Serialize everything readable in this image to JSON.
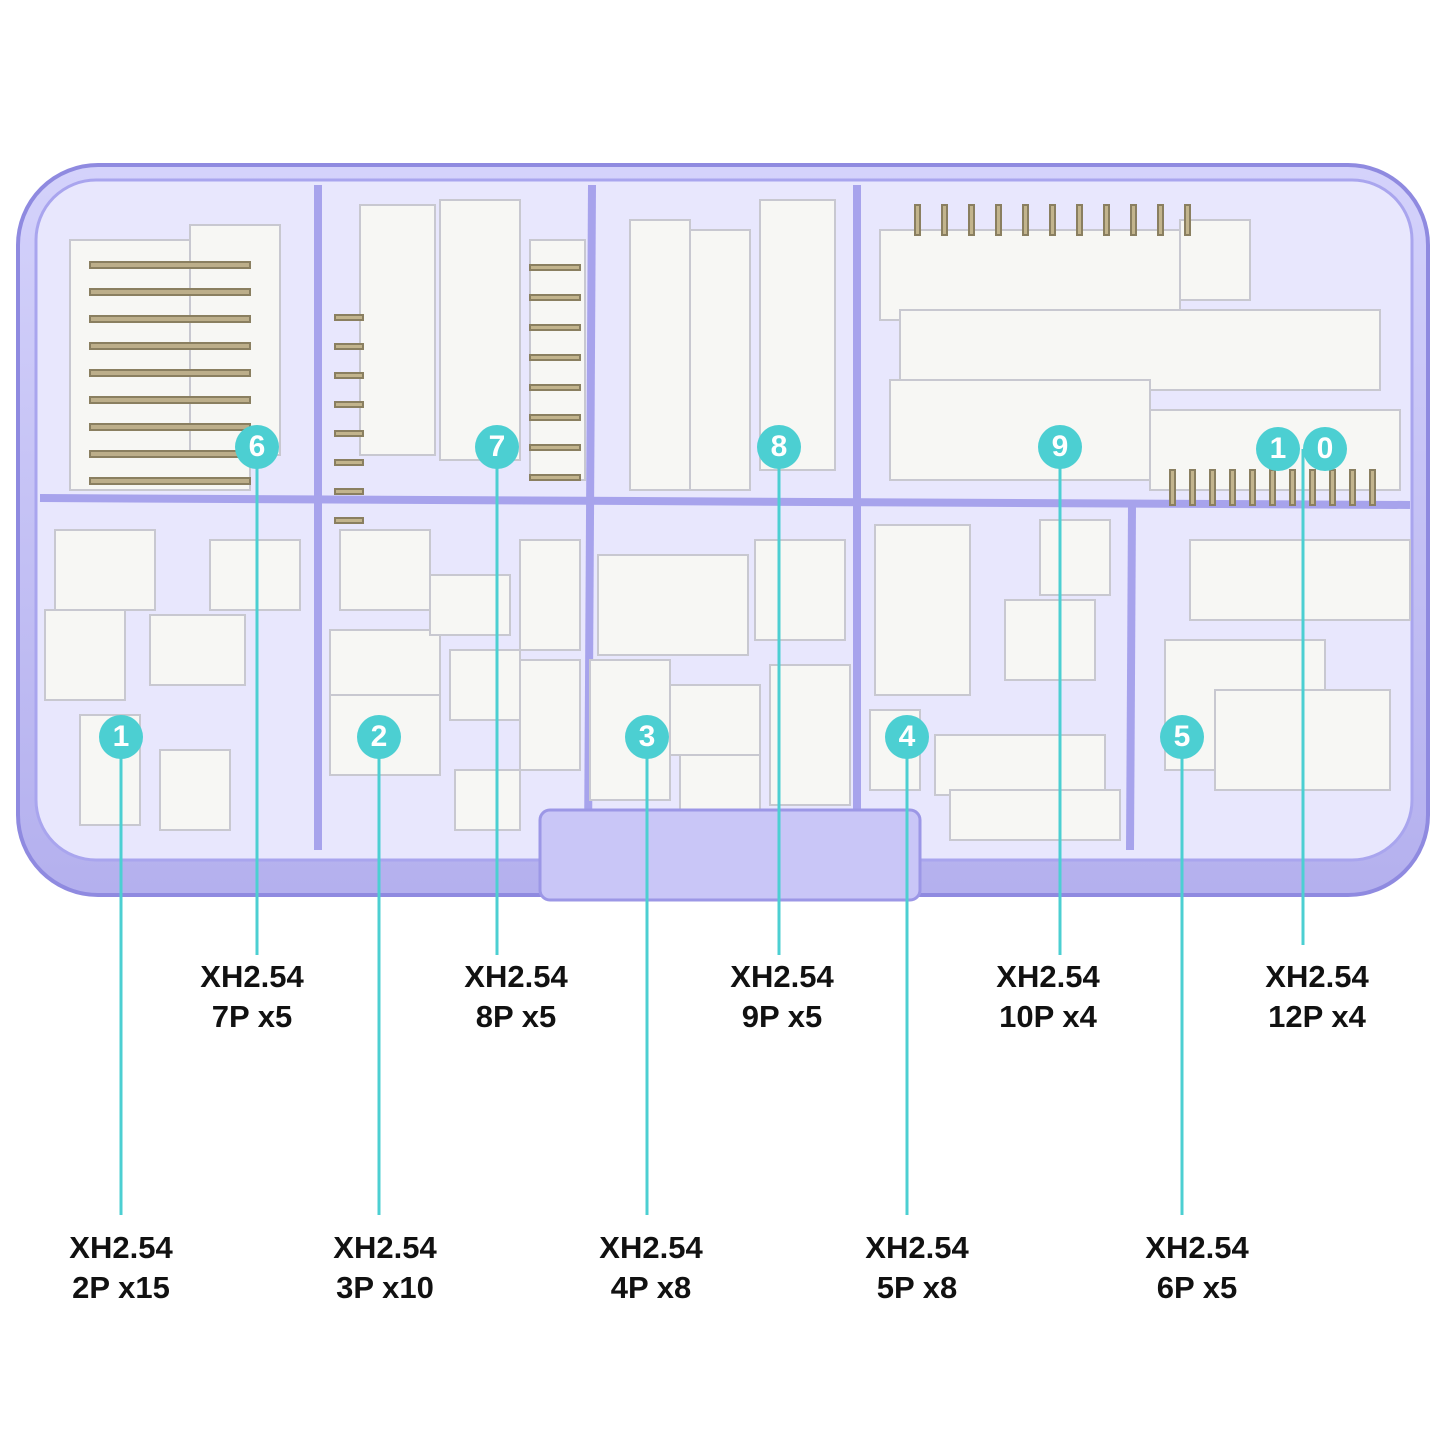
{
  "accent_color": "#4ccfd2",
  "box_color": "#b9b6f2",
  "callouts": [
    {
      "number": "1",
      "series": "XH2.54",
      "spec": "2P x15"
    },
    {
      "number": "2",
      "series": "XH2.54",
      "spec": "3P x10"
    },
    {
      "number": "3",
      "series": "XH2.54",
      "spec": "4P x8"
    },
    {
      "number": "4",
      "series": "XH2.54",
      "spec": "5P x8"
    },
    {
      "number": "5",
      "series": "XH2.54",
      "spec": "6P x5"
    },
    {
      "number": "6",
      "series": "XH2.54",
      "spec": "7P x5"
    },
    {
      "number": "7",
      "series": "XH2.54",
      "spec": "8P x5"
    },
    {
      "number": "8",
      "series": "XH2.54",
      "spec": "9P x5"
    },
    {
      "number": "9",
      "series": "XH2.54",
      "spec": "10P x4"
    },
    {
      "number": "10",
      "number_digits": [
        "1",
        "0"
      ],
      "series": "XH2.54",
      "spec": "12P x4"
    }
  ]
}
